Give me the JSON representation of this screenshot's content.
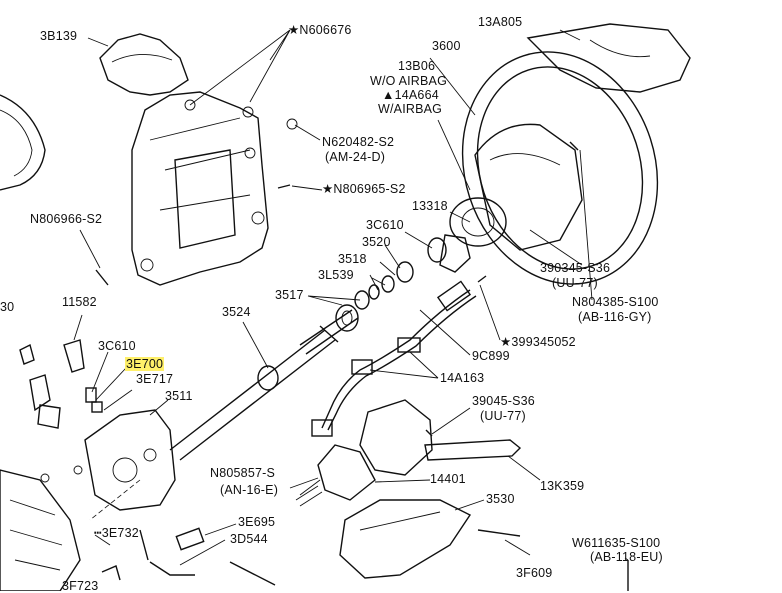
{
  "labels": {
    "l_3B139": "3B139",
    "l_N606676": "★N606676",
    "l_13A805": "13A805",
    "l_3600": "3600",
    "l_13B06": "13B06",
    "l_wo_airbag": "W/O AIRBAG",
    "l_14A664": "▲14A664",
    "l_w_airbag": "W/AIRBAG",
    "l_N620482": "N620482-S2",
    "l_AM24D": "(AM-24-D)",
    "l_N806965": "★N806965-S2",
    "l_N806966": "N806966-S2",
    "l_13318": "13318",
    "l_3C610a": "3C610",
    "l_3520": "3520",
    "l_3518": "3518",
    "l_3L539": "3L539",
    "l_390345": "390345-S36",
    "l_UU77a": "(UU-77)",
    "l_N804385": "N804385-S100",
    "l_AB116GY": "(AB-116-GY)",
    "l_3517": "3517",
    "l_11582": "11582",
    "l_3524": "3524",
    "l_399345052": "★399345052",
    "l_3C610b": "3C610",
    "l_9C899": "9C899",
    "l_3E700": "3E700",
    "l_3E717": "3E717",
    "l_3511": "3511",
    "l_14A163": "14A163",
    "l_39045": "39045-S36",
    "l_UU77b": "(UU-77)",
    "l_N805857": "N805857-S",
    "l_AN16E": "(AN-16-E)",
    "l_14401": "14401",
    "l_13K359": "13K359",
    "l_3530": "3530",
    "l_3E732": "┅3E732",
    "l_3E695": "3E695",
    "l_3D544": "3D544",
    "l_W611635": "W611635-S100",
    "l_AB118EU": "(AB-118-EU)",
    "l_3F609": "3F609",
    "l_3F723": "3F723",
    "l_30": "30"
  },
  "colors": {
    "line": "#111111",
    "highlight": "#fff06a",
    "background": "#ffffff"
  }
}
